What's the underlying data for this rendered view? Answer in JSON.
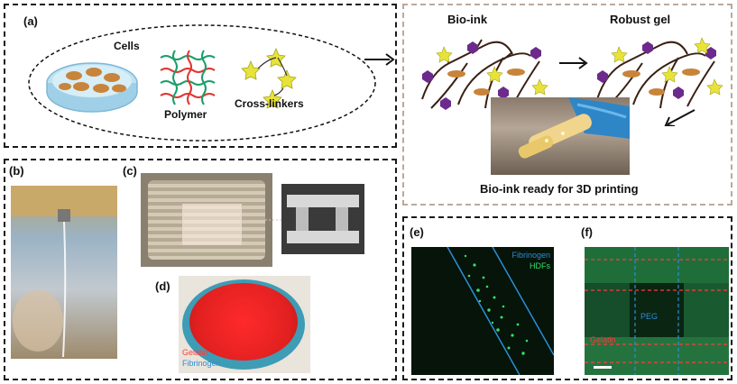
{
  "panels": {
    "a": {
      "tag": "(a)",
      "cells": "Cells",
      "polymer": "Polymer",
      "crosslinkers": "Cross-linkers"
    },
    "a_right": {
      "bioink": "Bio-ink",
      "robust_gel": "Robust gel",
      "ready": "Bio-ink ready for 3D printing"
    },
    "b": {
      "tag": "(b)"
    },
    "c": {
      "tag": "(c)"
    },
    "d": {
      "tag": "(d)",
      "gelatin": "Gelatin",
      "fibrinogen": "Fibrinogen"
    },
    "e": {
      "tag": "(e)",
      "fibrinogen": "Fibrinogen",
      "hdfs": "HDFs"
    },
    "f": {
      "tag": "(f)",
      "peg": "PEG",
      "gelatin": "Gelatin"
    }
  },
  "colors": {
    "dish": "#9fd0e8",
    "cell": "#c8843a",
    "polymer_green": "#1a9e6a",
    "polymer_red": "#e0362f",
    "star": "#e7e33a",
    "hexagon": "#6b2a8c",
    "branch": "#3a1f12",
    "fluor_green": "#35e06a",
    "label_blue": "#2a8ed6",
    "label_red": "#ff3b3b"
  }
}
